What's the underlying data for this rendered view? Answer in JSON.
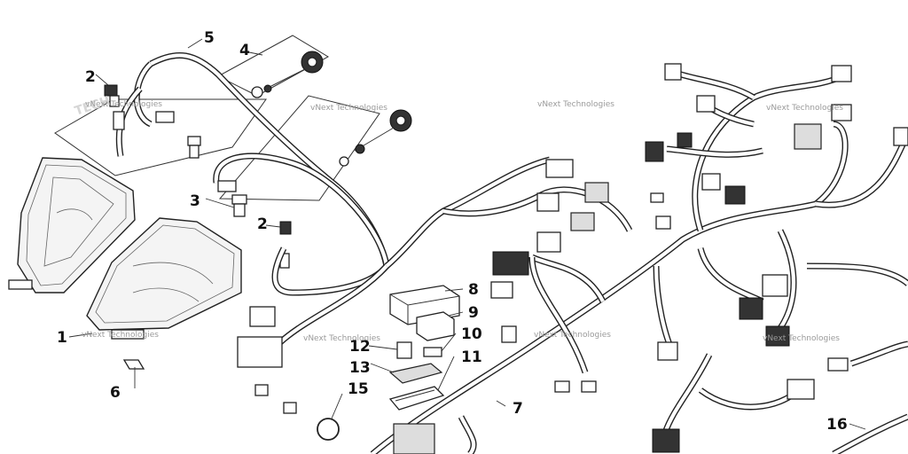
{
  "diagram": {
    "callouts": [
      "1",
      "2",
      "2",
      "3",
      "4",
      "5",
      "6",
      "7",
      "8",
      "9",
      "10",
      "11",
      "12",
      "13",
      "15",
      "16"
    ],
    "watermark": "vNext Technologies"
  }
}
